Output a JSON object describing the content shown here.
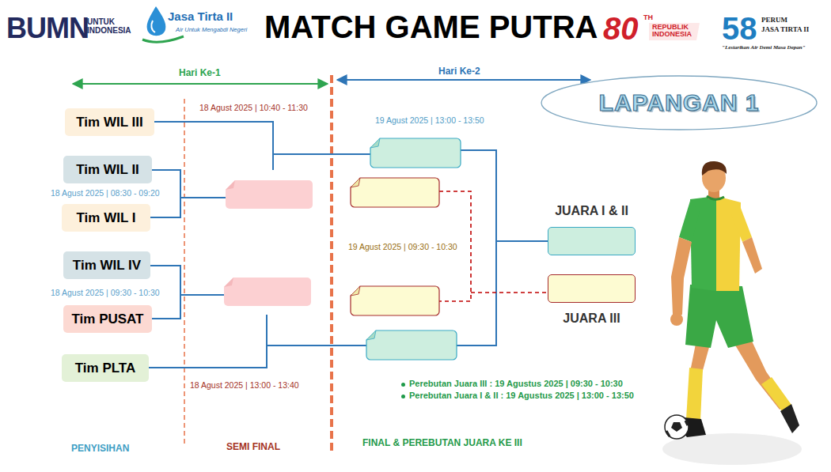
{
  "diagram": {
    "title": "MATCH GAME PUTRA",
    "nodes": [
      {
        "text": [
          "Tim WIL III"
        ]
      },
      {
        "text": [
          "Tim WIL II"
        ]
      },
      {
        "text": [
          "Tim WIL I"
        ]
      },
      {
        "text": [
          "Tim WIL IV"
        ]
      },
      {
        "text": [
          "Tim PUSAT"
        ]
      },
      {
        "text": [
          "Tim PLTA"
        ]
      },
      {
        "text": [
          "LAPANGAN 1"
        ]
      },
      {
        "text": [
          "JUARA I & II"
        ]
      },
      {
        "text": [
          "JUARA III"
        ]
      }
    ],
    "labels": [
      "BUMN",
      "UNTUK INDONESIA",
      "Jasa Tirta II",
      "Air Untuk Mengabdi Negeri",
      "80",
      "TH",
      "REPUBLIK INDONESIA",
      "58",
      "PERUM",
      "JASA TIRTA II",
      "\"Lestarikan Air Demi Masa Depan\"",
      "Hari Ke-1",
      "Hari Ke-2",
      "18 Agust 2025 | 10:40 - 11:30",
      "18 Agust 2025 | 08:30 - 09:20",
      "18 Agust 2025 | 09:30 - 10:30",
      "18 Agust 2025 | 13:00 - 13:40",
      "19 Agust 2025 | 13:00 - 13:50",
      "19 Agust 2025 | 09:30 - 10:30",
      "Perebutan Juara III : 19 Agustus 2025 | 09:30 - 10:30",
      "Perebutan Juara I & II : 19 Agustus 2025 | 13:00 - 13:50",
      "PENYISIHAN",
      "SEMI FINAL",
      "FINAL & PEREBUTAN JUARA KE III"
    ]
  }
}
